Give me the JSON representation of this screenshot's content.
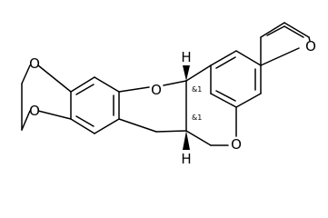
{
  "molecule": {
    "atom_labels": {
      "o_furan_top": "O",
      "o_dioxole_top": "O",
      "o_dioxole_bottom": "O",
      "o_benzofuran": "O",
      "o_pyran": "O",
      "h_upper": "H",
      "h_lower": "H"
    },
    "stereo_labels": {
      "upper": "&1",
      "lower": "&1"
    }
  }
}
